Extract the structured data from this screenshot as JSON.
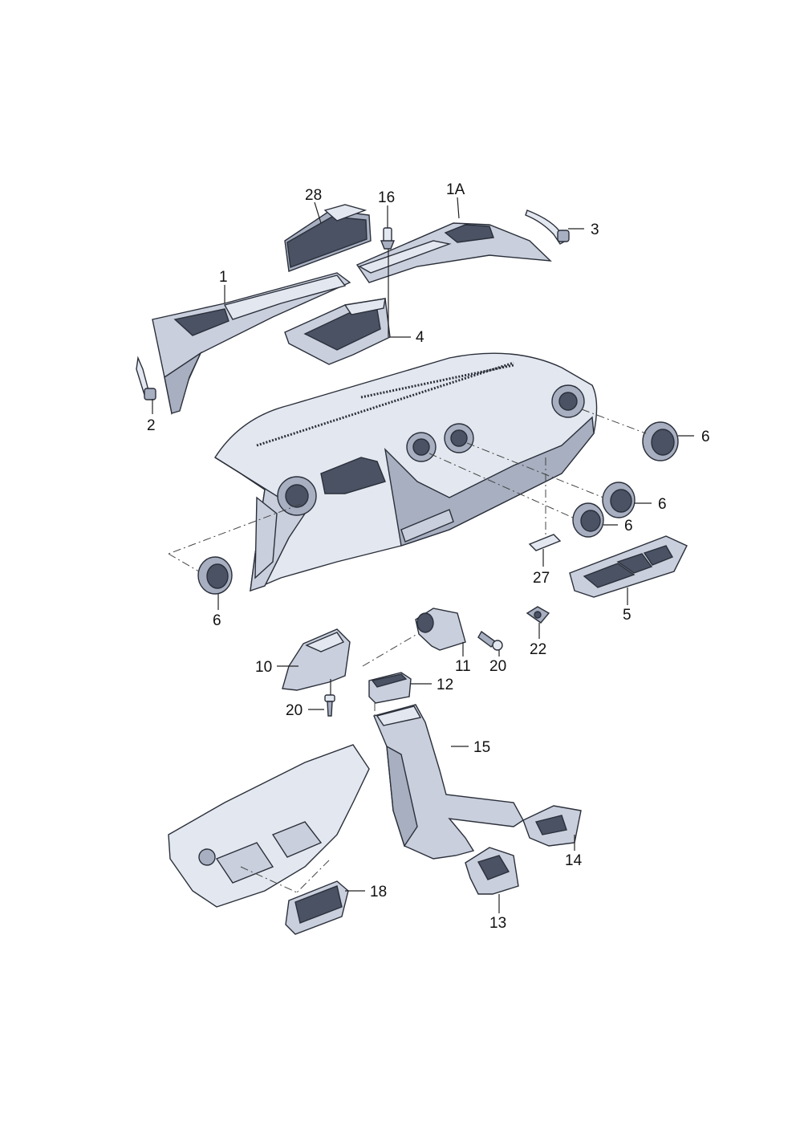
{
  "colors": {
    "part_light": "#e3e7ef",
    "part_mid": "#c9cfdc",
    "part_shade": "#a7afc0",
    "part_dark": "#4a5264",
    "outline": "#2a2f3a"
  },
  "labels": {
    "l28": "28",
    "l16": "16",
    "l1a": "1A",
    "l3": "3",
    "l1": "1",
    "l4": "4",
    "l2": "2",
    "l6a": "6",
    "l6b": "6",
    "l6c": "6",
    "l6d": "6",
    "l27": "27",
    "l5": "5",
    "l22": "22",
    "l11": "11",
    "l20a": "20",
    "l10": "10",
    "l12": "12",
    "l20b": "20",
    "l15": "15",
    "l14": "14",
    "l18": "18",
    "l13": "13"
  }
}
